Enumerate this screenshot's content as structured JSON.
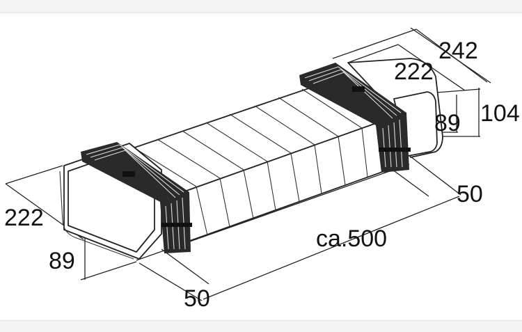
{
  "diagram": {
    "dimensions": {
      "top_outer_width": "242",
      "top_inner_width": "222",
      "right_inner_height": "89",
      "right_outer_height": "104",
      "right_collar": "50",
      "length": "ca.500",
      "left_width": "222",
      "left_height": "89",
      "left_collar": "50"
    },
    "colors": {
      "line": "#222222",
      "band": "#2a2a2a",
      "background": "#ffffff"
    }
  }
}
